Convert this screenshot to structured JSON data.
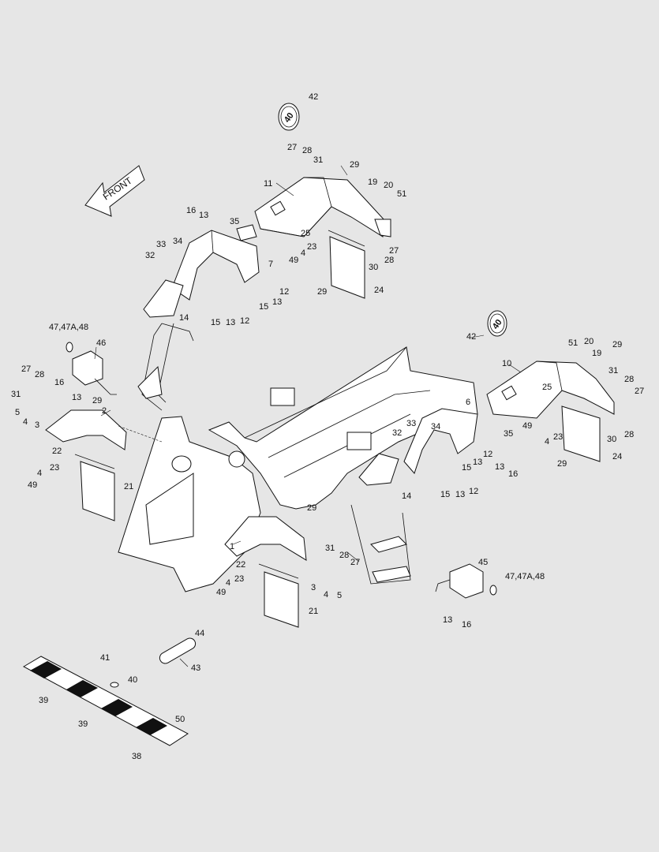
{
  "direction_arrow": {
    "label": "FRONT"
  },
  "decals": [
    {
      "text": "40"
    },
    {
      "text": "40"
    }
  ],
  "callouts": {
    "c1": "42",
    "c2": "27",
    "c3": "28",
    "c4": "31",
    "c5": "29",
    "c6": "11",
    "c7": "19",
    "c8": "20",
    "c9": "51",
    "c10": "16",
    "c11": "13",
    "c12": "35",
    "c13": "33",
    "c14": "34",
    "c15": "32",
    "c16": "7",
    "c17": "25",
    "c18": "4",
    "c19": "23",
    "c20": "49",
    "c21": "27",
    "c22": "28",
    "c23": "30",
    "c24": "12",
    "c25": "13",
    "c26": "15",
    "c27": "29",
    "c28": "24",
    "c29": "15",
    "c30": "13",
    "c31": "12",
    "c32": "14",
    "c33": "47,47A,48",
    "c34": "46",
    "c35": "42",
    "c36": "51",
    "c37": "20",
    "c38": "29",
    "c39": "19",
    "c40": "10",
    "c41": "27",
    "c42": "28",
    "c43": "31",
    "c44": "16",
    "c45": "13",
    "c46": "29",
    "c47": "2",
    "c48": "5",
    "c49": "4",
    "c50": "3",
    "c51": "6",
    "c52": "31",
    "c53": "25",
    "c54": "28",
    "c55": "27",
    "c56": "33",
    "c57": "32",
    "c58": "34",
    "c59": "22",
    "c60": "49",
    "c61": "4",
    "c62": "23",
    "c63": "30",
    "c64": "28",
    "c65": "35",
    "c66": "13",
    "c67": "12",
    "c68": "15",
    "c69": "13",
    "c70": "16",
    "c71": "24",
    "c72": "4",
    "c73": "23",
    "c74": "29",
    "c75": "49",
    "c76": "21",
    "c77": "14",
    "c78": "15",
    "c79": "13",
    "c80": "12",
    "c81": "29",
    "c82": "45",
    "c83": "1",
    "c84": "31",
    "c85": "28",
    "c86": "27",
    "c87": "47,47A,48",
    "c88": "22",
    "c89": "23",
    "c90": "4",
    "c91": "49",
    "c92": "3",
    "c93": "4",
    "c94": "5",
    "c95": "13",
    "c96": "16",
    "c97": "21",
    "c98": "44",
    "c99": "41",
    "c100": "43",
    "c101": "40",
    "c102": "39",
    "c103": "39",
    "c104": "50",
    "c105": "38"
  }
}
